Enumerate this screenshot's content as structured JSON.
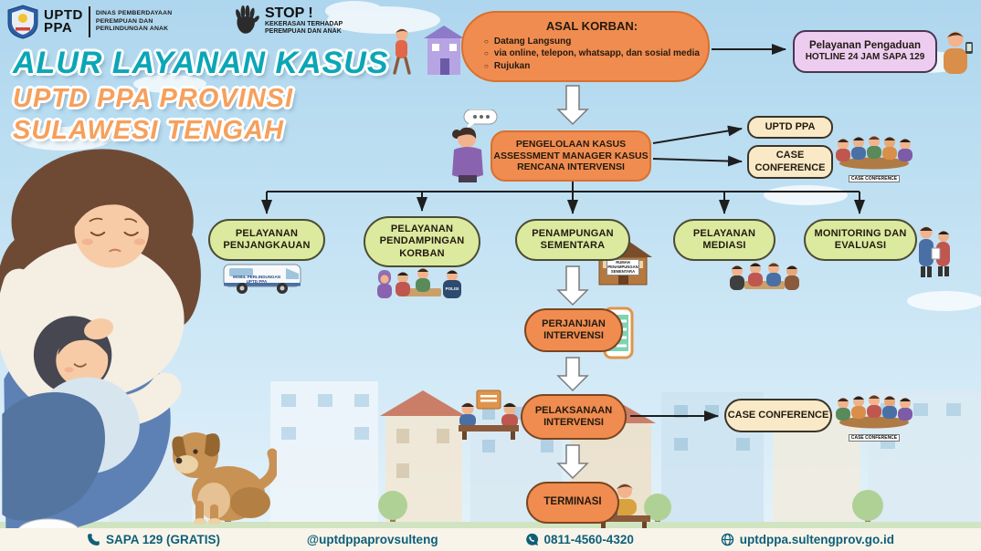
{
  "colors": {
    "sky": "#bfe0f2",
    "orange_node": "#f08c50",
    "green_node": "#dcea9f",
    "cream_node": "#f9e9c6",
    "lavender_node": "#eccdf0",
    "title_teal": "#0ba6b6",
    "title_orange": "#f6a05c",
    "footer_bg": "#f8f4ea",
    "footer_text": "#0e5f79"
  },
  "header": {
    "logo": {
      "acronym_line1": "UPTD",
      "acronym_line2": "PPA",
      "dept_lines": [
        "DINAS PEMBERDAYAAN",
        "PEREMPUAN DAN",
        "PERLINDUNGAN ANAK"
      ]
    },
    "stop_badge": {
      "title": "STOP !",
      "line1": "KEKERASAN TERHADAP",
      "line2": "PEREMPUAN DAN ANAK"
    },
    "title": "ALUR LAYANAN KASUS",
    "subtitle_line1": "UPTD PPA PROVINSI",
    "subtitle_line2": "SULAWESI TENGAH"
  },
  "flow": {
    "asal_korban": {
      "title": "ASAL KORBAN:",
      "bullet": "○",
      "items": [
        "Datang Langsung",
        "via online, telepon, whatsapp, dan sosial media",
        "Rujukan"
      ]
    },
    "hotline": {
      "line1": "Pelayanan Pengaduan",
      "line2": "HOTLINE 24 JAM SAPA 129"
    },
    "pengelolaan": {
      "lines": [
        "PENGELOLAAN KASUS",
        "ASSESSMENT MANAGER KASUS",
        "RENCANA INTERVENSI"
      ]
    },
    "uptd_ppa_label": "UPTD PPA",
    "case_conference_top": {
      "line1": "CASE",
      "line2": "CONFERENCE"
    },
    "case_conference_caption": "CASE CONFERENCE",
    "services": [
      {
        "label_lines": [
          "PELAYANAN",
          "PENJANGKAUAN"
        ]
      },
      {
        "label_lines": [
          "PELAYANAN",
          "PENDAMPINGAN",
          "KORBAN"
        ]
      },
      {
        "label_lines": [
          "PENAMPUNGAN",
          "SEMENTARA"
        ]
      },
      {
        "label_lines": [
          "PELAYANAN",
          "MEDIASI"
        ]
      },
      {
        "label_lines": [
          "MONITORING DAN",
          "EVALUASI"
        ]
      }
    ],
    "van_label_lines": [
      "MOBIL PERLINDUNGAN",
      "UPTD PPA"
    ],
    "polisi_label": "POLISI",
    "house_label_lines": [
      "RUMAH",
      "PENAMPUNGAN",
      "SEMENTARA"
    ],
    "perjanjian_lines": [
      "PERJANJIAN",
      "INTERVENSI"
    ],
    "pelaksanaan_lines": [
      "PELAKSANAAN",
      "INTERVENSI"
    ],
    "case_conference_bottom": "CASE CONFERENCE",
    "terminasi": "TERMINASI"
  },
  "footer": {
    "items": [
      {
        "icon": "phone-icon",
        "label": "SAPA 129 (GRATIS)"
      },
      {
        "icon": "none",
        "label": "@uptdppaprovsulteng"
      },
      {
        "icon": "whatsapp-icon",
        "label": "0811-4560-4320"
      },
      {
        "icon": "globe-icon",
        "label": "uptdppa.sultengprov.go.id"
      }
    ]
  }
}
